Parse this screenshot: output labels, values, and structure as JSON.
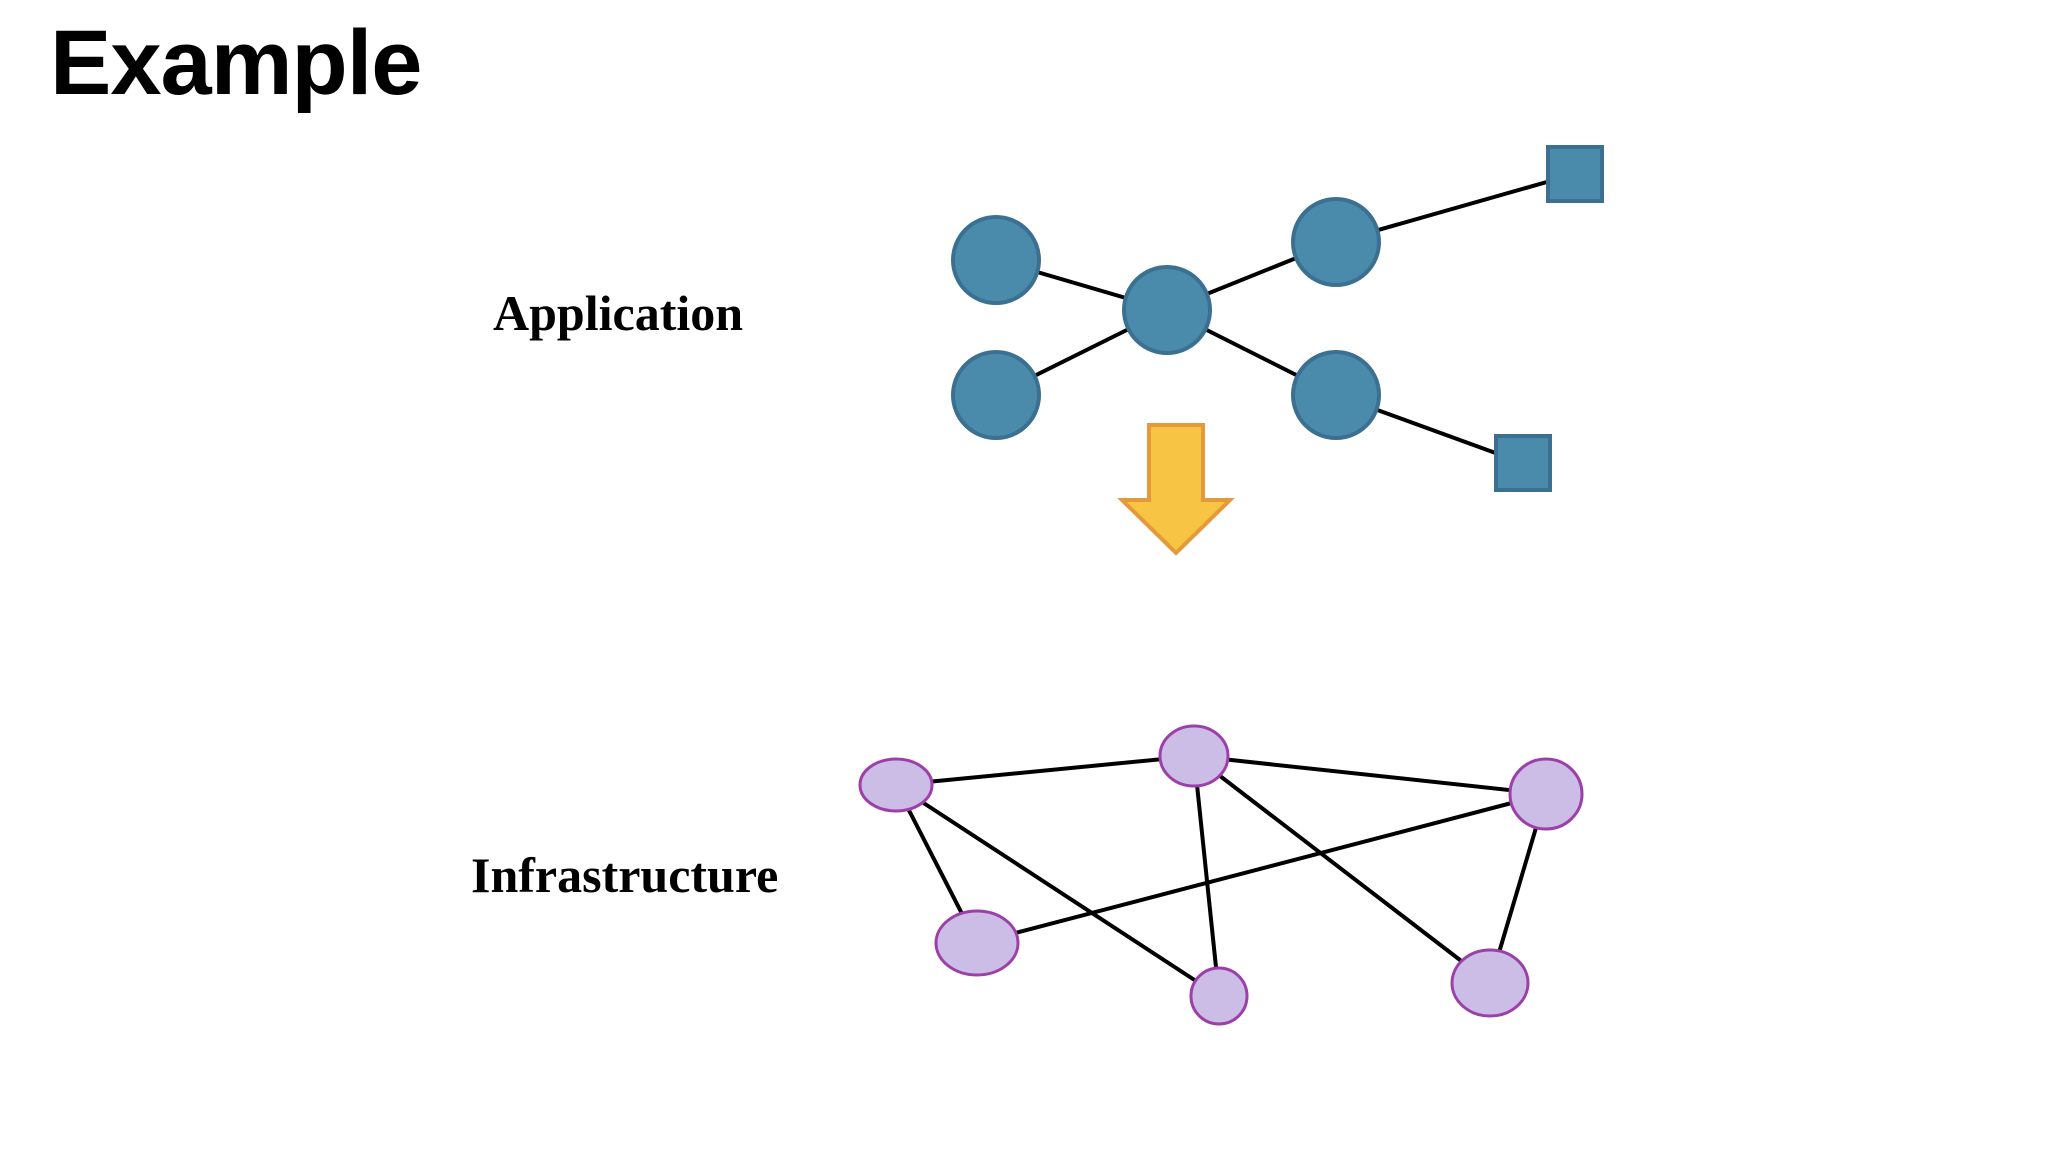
{
  "slide": {
    "title": "Example"
  },
  "diagram": {
    "application": {
      "label": "Application",
      "node_color": "#4a8aab",
      "node_border": "#3b7090",
      "nodes": [
        {
          "id": "a1",
          "shape": "circle"
        },
        {
          "id": "a2",
          "shape": "circle"
        },
        {
          "id": "a3",
          "shape": "circle"
        },
        {
          "id": "a4",
          "shape": "circle"
        },
        {
          "id": "a5",
          "shape": "circle"
        },
        {
          "id": "a6",
          "shape": "square"
        },
        {
          "id": "a7",
          "shape": "square"
        }
      ],
      "edges": [
        [
          "a1",
          "a3"
        ],
        [
          "a2",
          "a3"
        ],
        [
          "a3",
          "a4"
        ],
        [
          "a3",
          "a5"
        ],
        [
          "a4",
          "a6"
        ],
        [
          "a5",
          "a7"
        ]
      ]
    },
    "mapping_arrow": {
      "icon": "down-arrow-icon",
      "fill": "#f7c443",
      "stroke": "#e49a3a"
    },
    "infrastructure": {
      "label": "Infrastructure",
      "node_color": "#cbbde6",
      "node_border": "#9d3fa8",
      "nodes": [
        {
          "id": "i1",
          "shape": "ellipse"
        },
        {
          "id": "i2",
          "shape": "ellipse"
        },
        {
          "id": "i3",
          "shape": "ellipse"
        },
        {
          "id": "i4",
          "shape": "ellipse"
        },
        {
          "id": "i5",
          "shape": "ellipse"
        },
        {
          "id": "i6",
          "shape": "ellipse"
        }
      ],
      "edges": [
        [
          "i1",
          "i2"
        ],
        [
          "i2",
          "i3"
        ],
        [
          "i1",
          "i4"
        ],
        [
          "i1",
          "i5"
        ],
        [
          "i4",
          "i3"
        ],
        [
          "i2",
          "i5"
        ],
        [
          "i2",
          "i6"
        ],
        [
          "i3",
          "i6"
        ]
      ]
    }
  }
}
